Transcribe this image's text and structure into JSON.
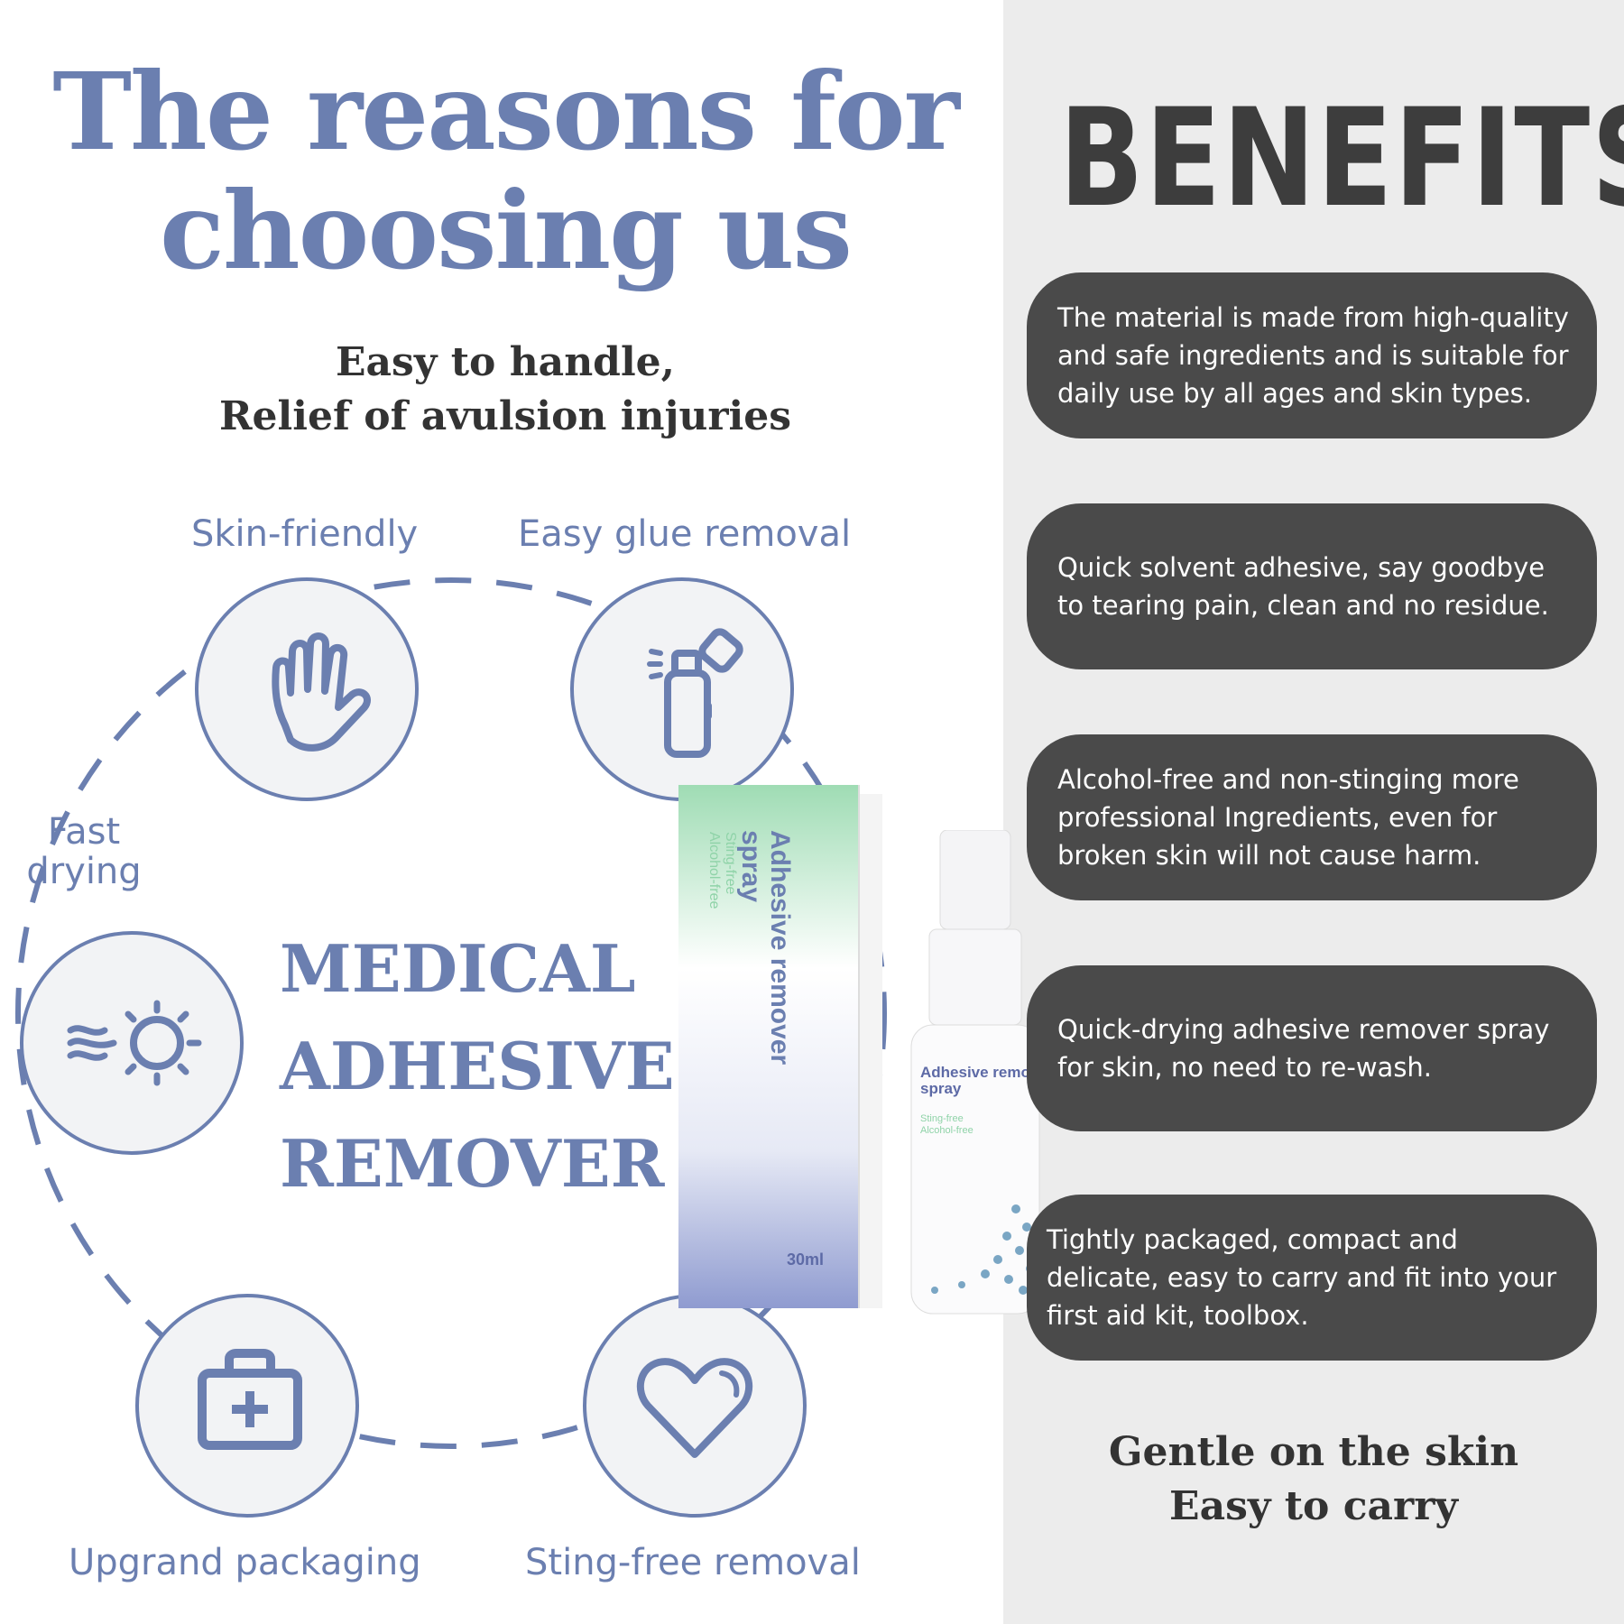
{
  "headline": {
    "line1": "The reasons for",
    "line2": "choosing us"
  },
  "subline": {
    "line1": "Easy to handle,",
    "line2": "Relief of avulsion injuries"
  },
  "features": {
    "skin_friendly": "Skin-friendly",
    "easy_glue": "Easy glue removal",
    "fast_drying_1": "Fast",
    "fast_drying_2": "drying",
    "packaging": "Upgrand packaging",
    "sting_free": "Sting-free removal"
  },
  "product_title": {
    "line1": "MEDICAL",
    "line2": "ADHESIVE",
    "line3": "REMOVER"
  },
  "product_box": {
    "name_line1": "Adhesive remover",
    "name_line2": "spray",
    "tag1": "Sting-free",
    "tag2": "Alcohol-free",
    "volume": "30ml"
  },
  "product_bottle": {
    "name_line1": "Adhesive remover",
    "name_line2": "spray",
    "tag1": "Sting-free",
    "tag2": "Alcohol-free"
  },
  "benefits": {
    "title": "BENEFITS",
    "items": [
      "The material is made from high-quality and safe ingredients and is suitable for daily use by all ages and skin types.",
      "Quick solvent adhesive, say goodbye to tearing pain, clean and no residue.",
      "Alcohol-free and non-stinging more professional Ingredients, even for broken skin will not cause harm.",
      "Quick-drying adhesive remover spray for skin, no need to re-wash.",
      "Tightly packaged, compact and delicate, easy to carry and fit into your first aid kit, toolbox."
    ],
    "footer_line1": "Gentle on the skin",
    "footer_line2": "Easy to carry"
  },
  "colors": {
    "accent": "#6b7fb0",
    "dark": "#4a4a4a",
    "panel": "#ececec",
    "green": "#8fd3a8"
  },
  "icons": [
    "hand-icon",
    "spray-bottle-icon",
    "sun-wind-icon",
    "first-aid-kit-icon",
    "heart-icon"
  ]
}
